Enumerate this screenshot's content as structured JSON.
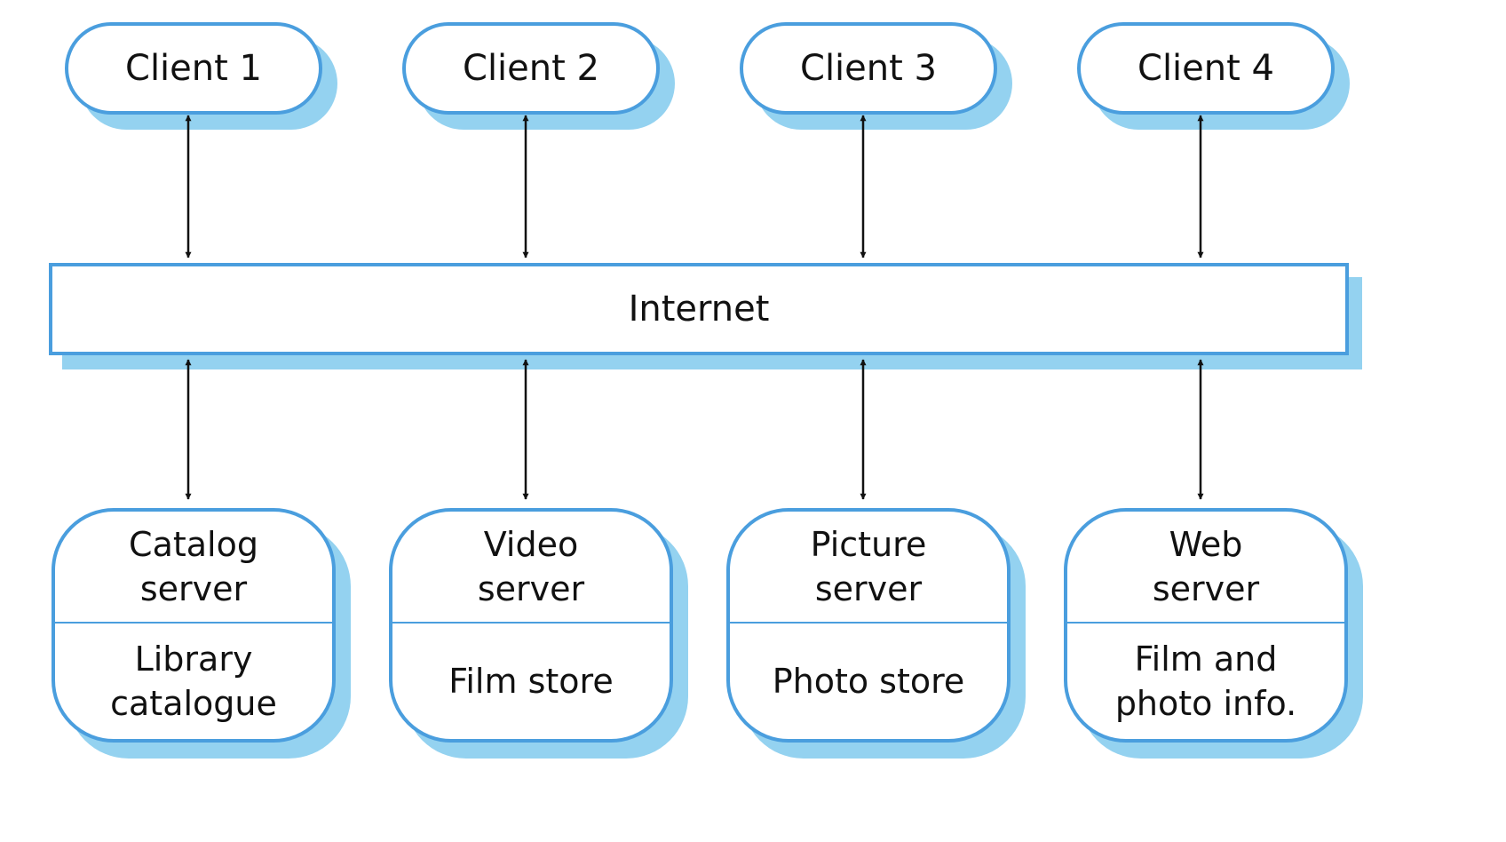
{
  "clients": [
    {
      "label": "Client 1"
    },
    {
      "label": "Client 2"
    },
    {
      "label": "Client 3"
    },
    {
      "label": "Client 4"
    }
  ],
  "network": {
    "label": "Internet"
  },
  "servers": [
    {
      "name_lines": [
        "Catalog",
        "server"
      ],
      "store_lines": [
        "Library",
        "catalogue"
      ]
    },
    {
      "name_lines": [
        "Video",
        "server"
      ],
      "store_lines": [
        "Film store"
      ]
    },
    {
      "name_lines": [
        "Picture",
        "server"
      ],
      "store_lines": [
        "Photo store"
      ]
    },
    {
      "name_lines": [
        "Web",
        "server"
      ],
      "store_lines": [
        "Film and",
        "photo info."
      ]
    }
  ],
  "colors": {
    "border": "#4a9ede",
    "shadow": "#94d2f0",
    "arrow": "#111111"
  },
  "icons": {
    "connector": "double-headed-arrow"
  }
}
